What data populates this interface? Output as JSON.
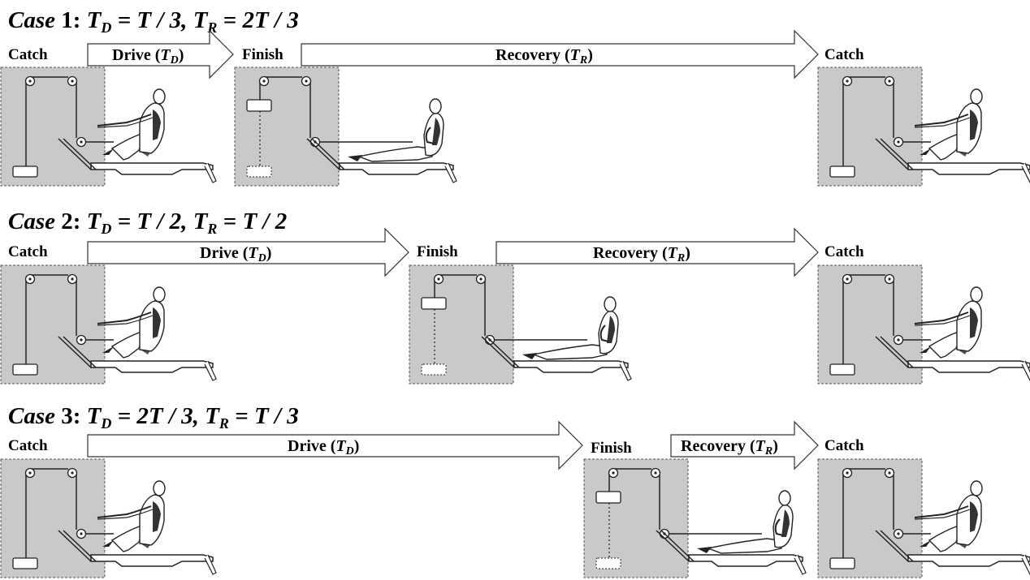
{
  "cases": [
    {
      "title": {
        "case_word": "Case",
        "case_num": " 1: ",
        "td": "T",
        "td_sub": "D",
        "td_rhs": " = T / 3, ",
        "tr": "T",
        "tr_sub": "R",
        "tr_rhs": " = 2T / 3"
      },
      "stages": {
        "start": "Catch",
        "middle": "Finish",
        "end": "Catch"
      },
      "drive_arrow": {
        "text": "Drive (",
        "var": "T",
        "sub": "D",
        "close": ")"
      },
      "recovery_arrow": {
        "text": "Recovery (",
        "var": "T",
        "sub": "R",
        "close": ")"
      },
      "drive_fraction": 0.3333,
      "recovery_fraction": 0.6667
    },
    {
      "title": {
        "case_word": "Case",
        "case_num": " 2: ",
        "td": "T",
        "td_sub": "D",
        "td_rhs": " = T / 2, ",
        "tr": "T",
        "tr_sub": "R",
        "tr_rhs": " = T / 2"
      },
      "stages": {
        "start": "Catch",
        "middle": "Finish",
        "end": "Catch"
      },
      "drive_arrow": {
        "text": "Drive (",
        "var": "T",
        "sub": "D",
        "close": ")"
      },
      "recovery_arrow": {
        "text": "Recovery (",
        "var": "T",
        "sub": "R",
        "close": ")"
      },
      "drive_fraction": 0.5,
      "recovery_fraction": 0.5
    },
    {
      "title": {
        "case_word": "Case",
        "case_num": " 3: ",
        "td": "T",
        "td_sub": "D",
        "td_rhs": " = 2T / 3, ",
        "tr": "T",
        "tr_sub": "R",
        "tr_rhs": " = T / 3"
      },
      "stages": {
        "start": "Catch",
        "middle": "Finish",
        "end": "Catch"
      },
      "drive_arrow": {
        "text": "Drive (",
        "var": "T",
        "sub": "D",
        "close": ")"
      },
      "recovery_arrow": {
        "text": "Recovery (",
        "var": "T",
        "sub": "R",
        "close": ")"
      },
      "drive_fraction": 0.6667,
      "recovery_fraction": 0.3333
    }
  ],
  "colors": {
    "panel_fill": "#c9c9c9",
    "panel_border": "#555555",
    "line": "#222222",
    "arrow_fill": "#ffffff"
  },
  "icons": {
    "pulley": "pulley-icon",
    "weight": "weight-block-icon",
    "rower": "rower-icon"
  }
}
